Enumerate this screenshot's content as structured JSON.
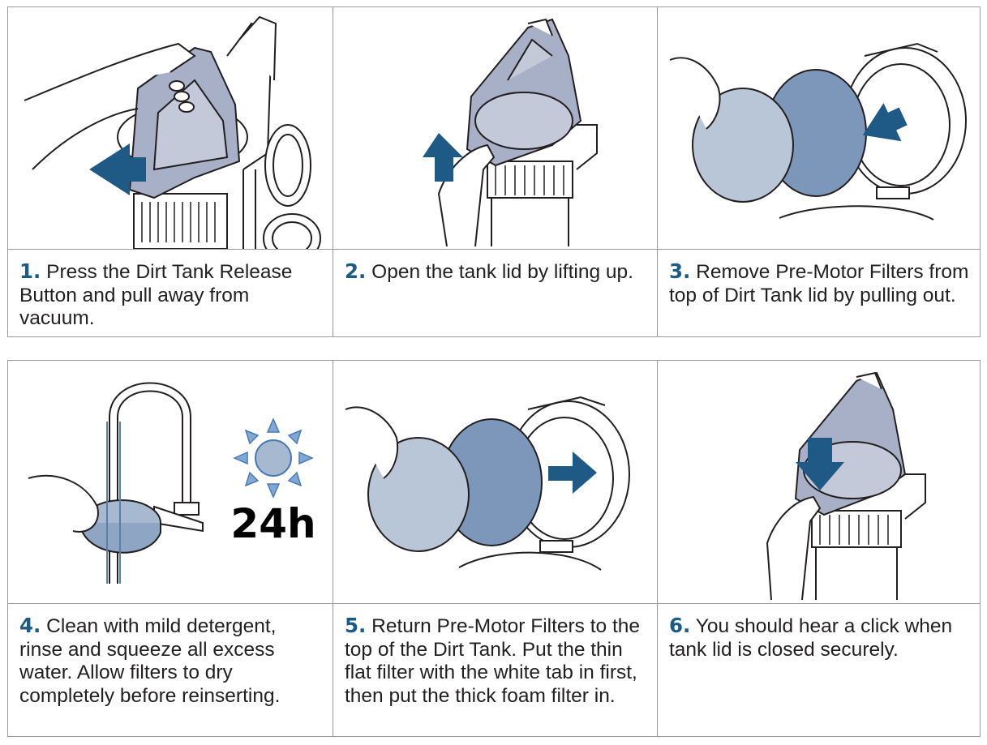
{
  "colors": {
    "accent": "#1b5c86",
    "arrow": "#1f5a87",
    "filter_light": "#b9c6d8",
    "filter_dark": "#7c97b9",
    "lid": "#a7b0c6",
    "outline": "#231f20"
  },
  "steps": [
    {
      "number": "1.",
      "text": "Press the Dirt Tank Release Button and pull away from vacuum."
    },
    {
      "number": "2.",
      "text": "Open the tank lid by lifting up."
    },
    {
      "number": "3.",
      "text": "Remove Pre-Motor Filters from top of Dirt Tank lid by pulling out."
    },
    {
      "number": "4.",
      "text": "Clean with mild detergent, rinse and squeeze all excess water. Allow filters to dry completely before reinserting."
    },
    {
      "number": "5.",
      "text": "Return Pre-Motor Filters to the top of the Dirt Tank. Put the thin flat filter with the white tab in first, then put the thick foam filter in."
    },
    {
      "number": "6.",
      "text": "You should hear a click when tank lid is closed securely."
    }
  ],
  "dry_time_label": "24h",
  "icons": [
    "arrow-icon",
    "sun-icon",
    "faucet-icon",
    "hand-icon"
  ]
}
